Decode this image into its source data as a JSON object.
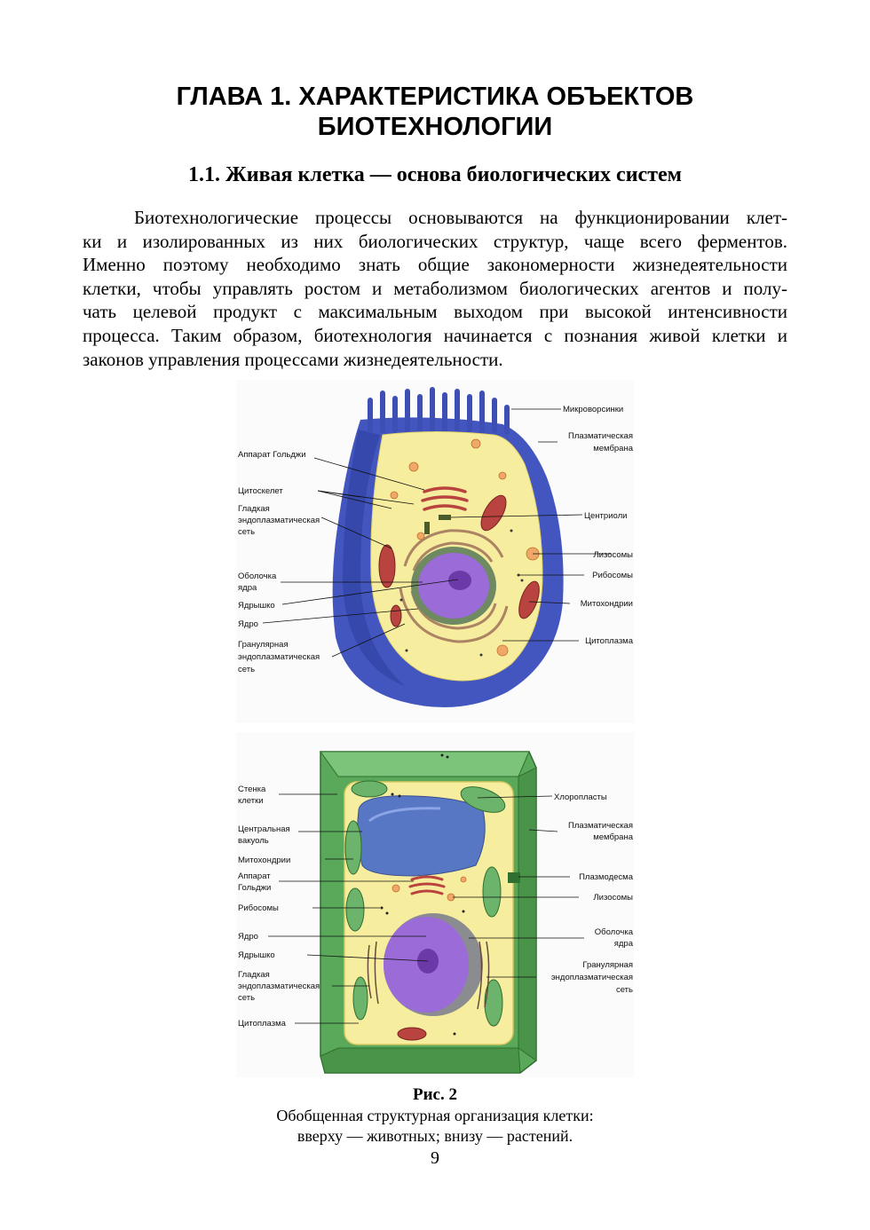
{
  "chapter": {
    "line1": "ГЛАВА 1. ХАРАКТЕРИСТИКА ОБЪЕКТОВ",
    "line2": "БИОТЕХНОЛОГИИ"
  },
  "section": {
    "title": "1.1. Живая клетка — основа биологических систем"
  },
  "paragraph": {
    "lines": [
      "Биотехнологические процессы основываются на функционировании клет-",
      "ки и изолированных из них биологических структур, чаще всего ферментов.",
      "Именно поэтому необходимо знать общие закономерности жизнедеятельности",
      "клетки, чтобы управлять ростом и метаболизмом биологических агентов и полу-",
      "чать целевой продукт с максимальным выходом при высокой интенсивности",
      "процесса. Таким образом, биотехнология начинается с познания живой клетки и",
      "законов управления процессами жизнедеятельности."
    ]
  },
  "animal_cell": {
    "labels": {
      "microvilli": "Микроворсинки",
      "plasma_membrane_1": "Плазматическая",
      "plasma_membrane_2": "мембрана",
      "golgi": "Аппарат Гольджи",
      "cytoskeleton": "Цитоскелет",
      "smooth_er_1": "Гладкая",
      "smooth_er_2": "эндоплазматическая",
      "smooth_er_3": "сеть",
      "centrioles": "Центриоли",
      "lysosomes": "Лизосомы",
      "nuclear_envelope_1": "Оболочка",
      "nuclear_envelope_2": "ядра",
      "ribosomes": "Рибосомы",
      "nucleolus": "Ядрышко",
      "mitochondria": "Митохондрии",
      "nucleus": "Ядро",
      "rough_er_1": "Гранулярная",
      "rough_er_2": "эндоплазматическая",
      "rough_er_3": "сеть",
      "cytoplasm": "Цитоплазма"
    }
  },
  "plant_cell": {
    "labels": {
      "cell_wall_1": "Стенка",
      "cell_wall_2": "клетки",
      "chloroplasts": "Хлоропласты",
      "central_vacuole_1": "Центральная",
      "central_vacuole_2": "вакуоль",
      "plasma_membrane_1": "Плазматическая",
      "plasma_membrane_2": "мембрана",
      "mitochondria": "Митохондрии",
      "golgi_1": "Аппарат",
      "golgi_2": "Гольджи",
      "plasmodesma": "Плазмодесма",
      "lysosomes": "Лизосомы",
      "ribosomes": "Рибосомы",
      "nucleus": "Ядро",
      "nuclear_envelope_1": "Оболочка",
      "nuclear_envelope_2": "ядра",
      "nucleolus": "Ядрышко",
      "rough_er_1": "Гранулярная",
      "rough_er_2": "эндоплазматическая",
      "rough_er_3": "сеть",
      "smooth_er_1": "Гладкая",
      "smooth_er_2": "эндоплазматическая",
      "smooth_er_3": "сеть",
      "cytoplasm": "Цитоплазма"
    }
  },
  "caption": {
    "title": "Рис. 2",
    "line1": "Обобщенная структурная организация клетки:",
    "line2": "вверху — животных; внизу — растений."
  },
  "page_number": "9",
  "colors": {
    "animal_membrane": "#4a5dc4",
    "cytoplasm": "#f7efa0",
    "nucleus": "#9a6ad6",
    "mitochondria": "#b8433f",
    "plant_wall": "#5aa85a",
    "vacuole": "#5777c4",
    "chloroplast": "#6cb46c"
  }
}
